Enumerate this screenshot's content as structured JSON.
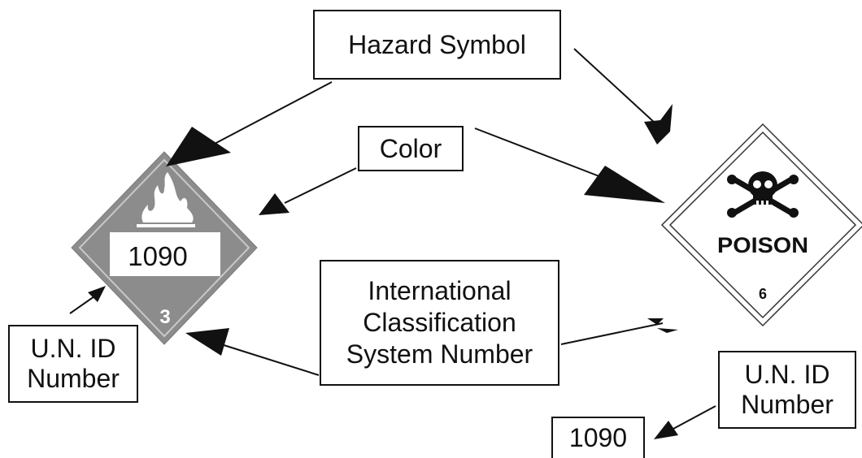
{
  "labels": {
    "hazard_symbol": "Hazard Symbol",
    "color": "Color",
    "ics_line1": "International",
    "ics_line2": "Classification",
    "ics_line3": "System Number",
    "un_id_left_line1": "U.N. ID",
    "un_id_left_line2": "Number",
    "un_id_right_line1": "U.N. ID",
    "un_id_right_line2": "Number",
    "standalone_number": "1090"
  },
  "left_placard": {
    "un_number": "1090",
    "class_number": "3",
    "symbol": "flame-icon",
    "fill_color": "#8c8c8c"
  },
  "right_placard": {
    "text": "POISON",
    "class_number": "6",
    "symbol": "skull-crossbones-icon",
    "fill_color": "#ffffff"
  }
}
